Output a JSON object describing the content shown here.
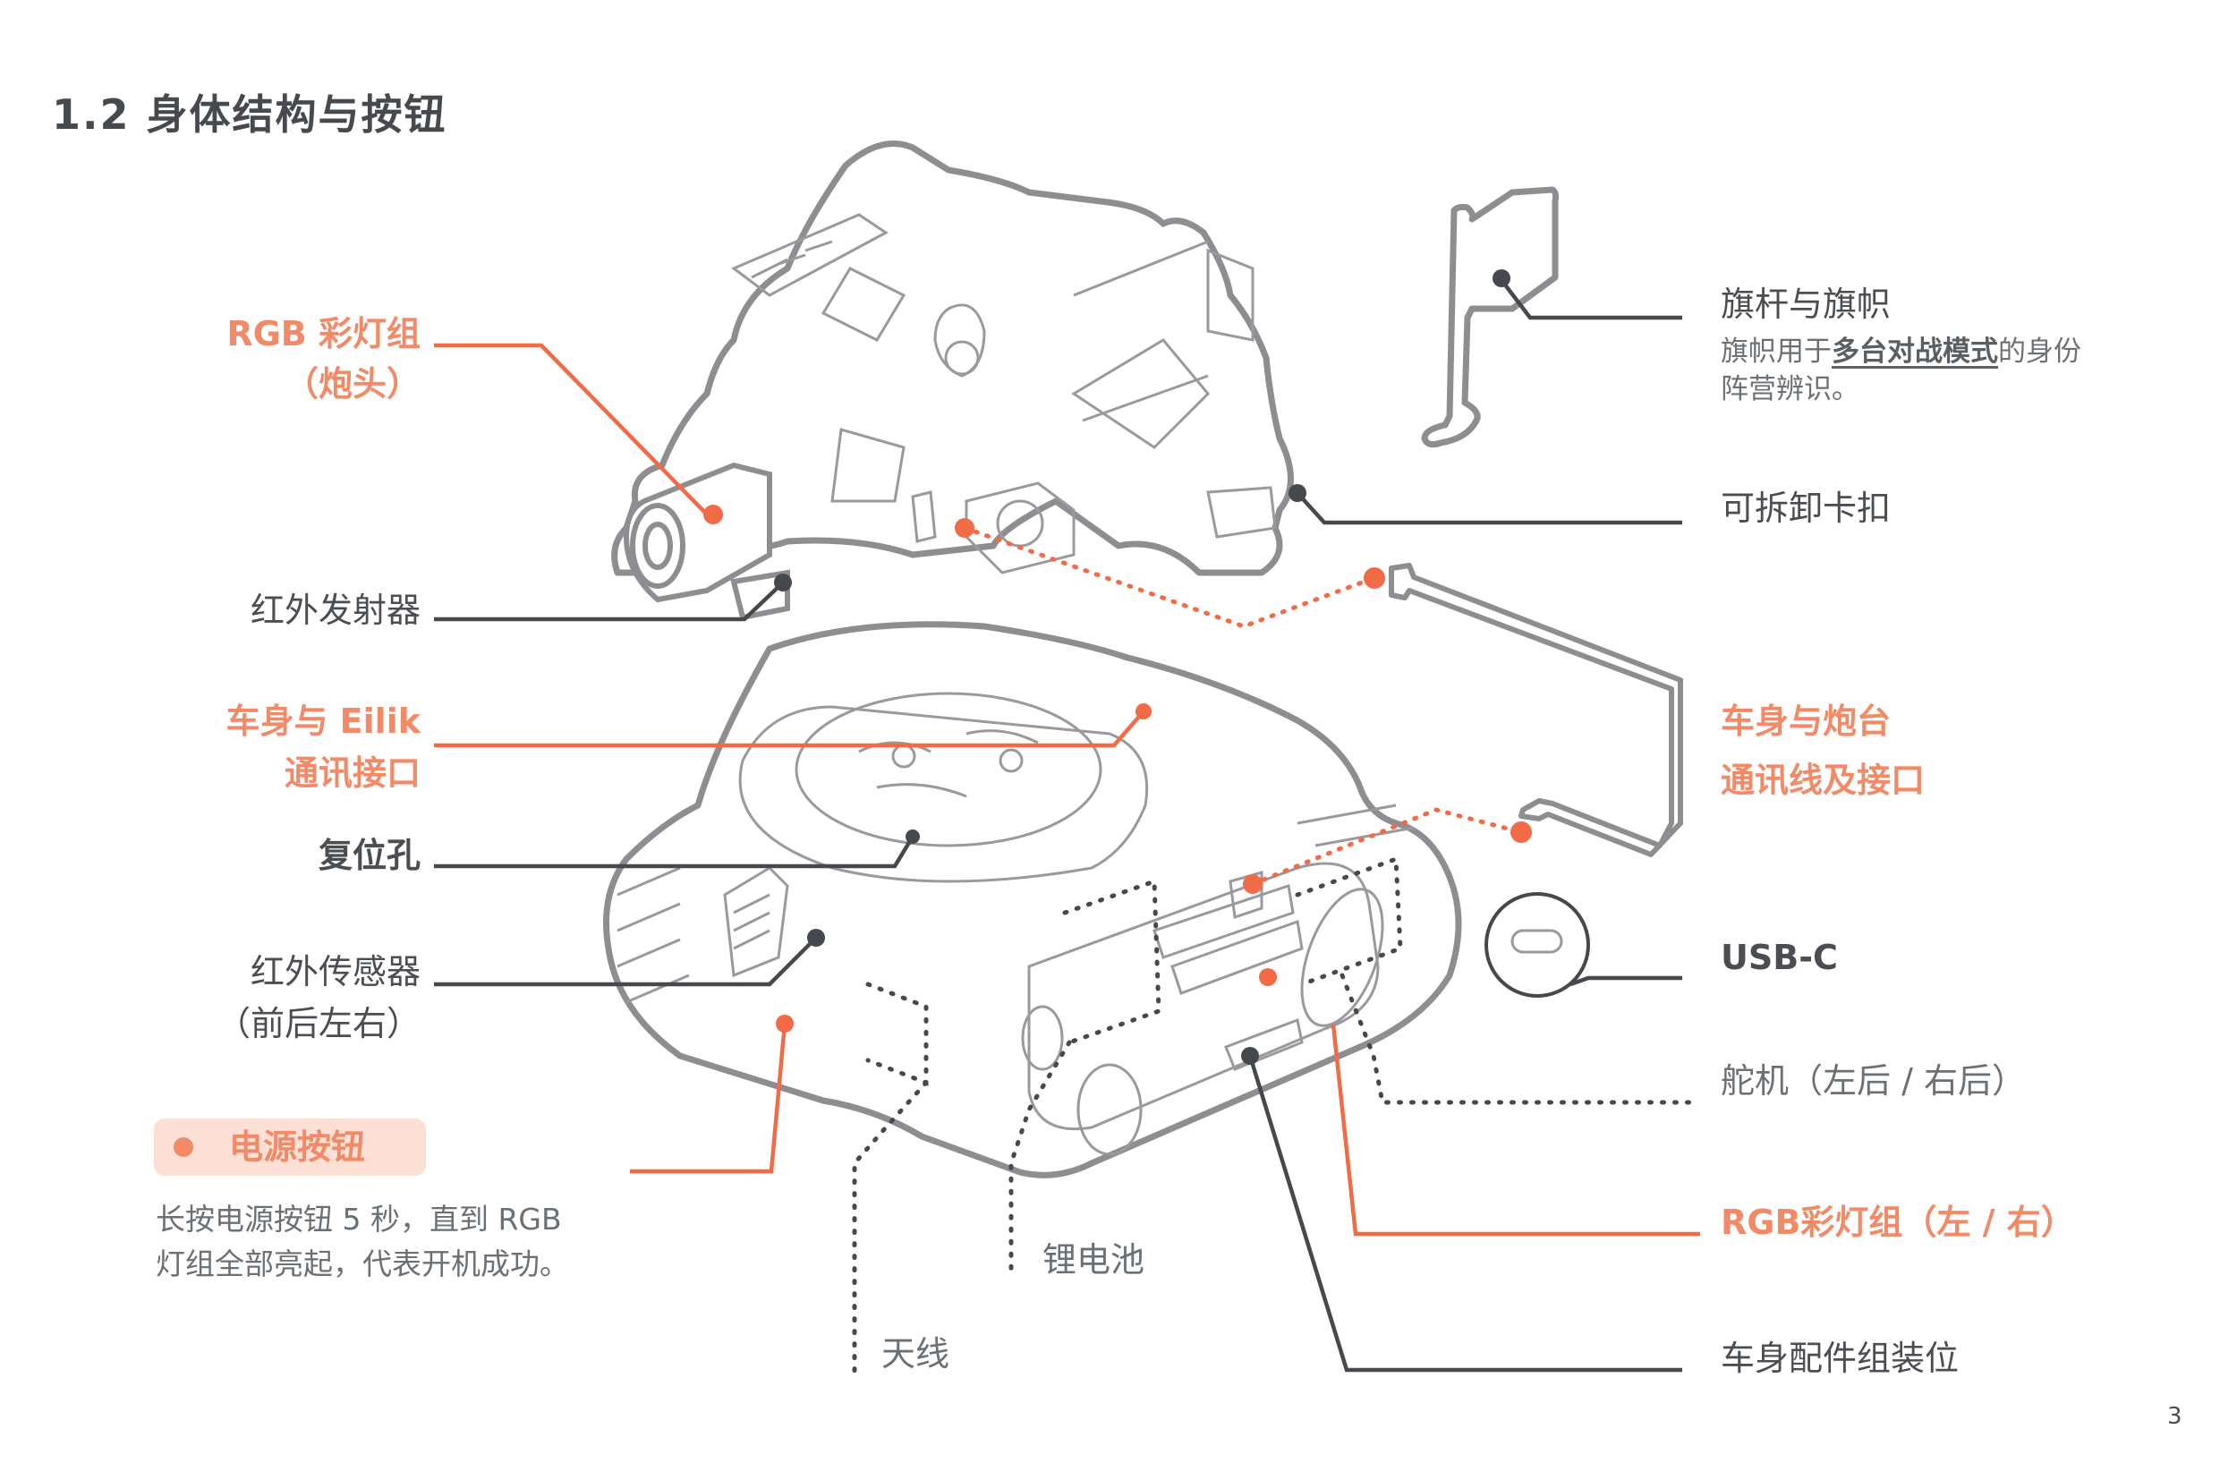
{
  "page": {
    "title": "1.2 身体结构与按钮",
    "page_number": "3"
  },
  "colors": {
    "accent": "#f26b47",
    "accent_text": "#f28a68",
    "badge_bg": "#fde0d5",
    "leader_dark": "#45494e",
    "outline": "#8e8e92"
  },
  "labels_left": {
    "rgb_head_line1": "RGB 彩灯组",
    "rgb_head_line2": "（炮头）",
    "ir_emitter": "红外发射器",
    "eilik_port_line1": "车身与 Eilik",
    "eilik_port_line2": "通讯接口",
    "reset_hole": "复位孔",
    "ir_sensor_line1": "红外传感器",
    "ir_sensor_line2": "（前后左右）"
  },
  "power": {
    "badge_label": "电源按钮",
    "desc_line1": "长按电源按钮 5 秒，直到 RGB",
    "desc_line2": "灯组全部亮起，代表开机成功。"
  },
  "labels_right": {
    "flag_title": "旗杆与旗帜",
    "flag_desc_prefix": "旗帜用于",
    "flag_desc_emph": "多台对战模式",
    "flag_desc_suffix": "的身份",
    "flag_desc_line2": "阵营辨识。",
    "clip": "可拆卸卡扣",
    "turret_cable_line1": "车身与炮台",
    "turret_cable_line2": "通讯线及接口",
    "usb_c": "USB-C",
    "servo": "舵机（左后 / 右后）",
    "rgb_sides": "RGB彩灯组（左 / 右）",
    "accessory_mount": "车身配件组装位"
  },
  "labels_bottom": {
    "battery": "锂电池",
    "antenna": "天线"
  }
}
